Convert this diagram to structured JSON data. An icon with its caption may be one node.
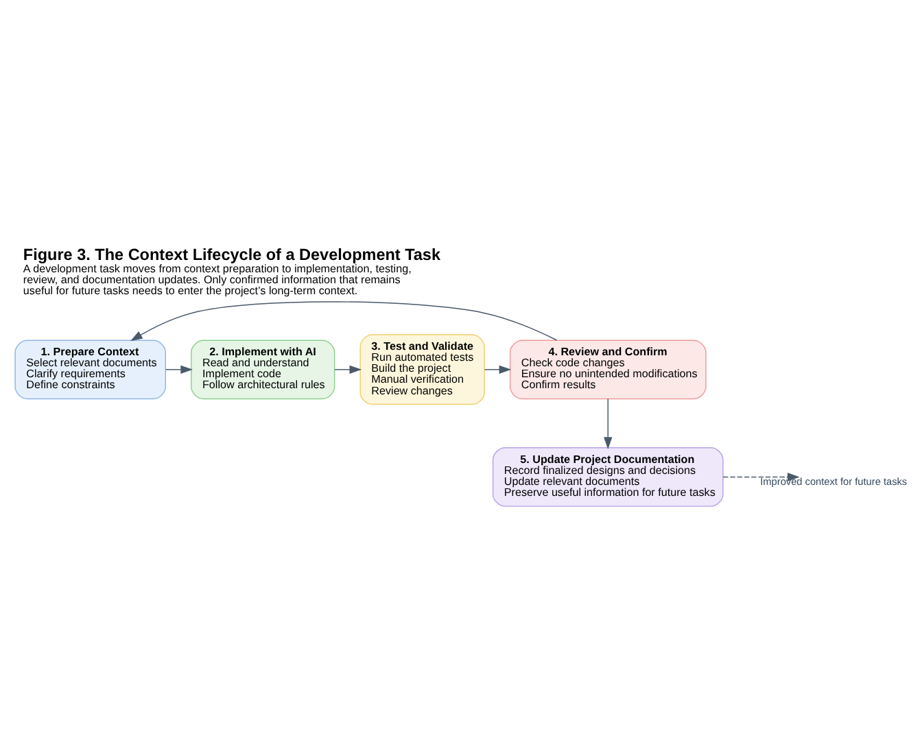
{
  "diagram": {
    "title": "Figure 3. The Context Lifecycle of a Development Task",
    "caption": "A development task moves from context preparation to implementation, testing, review, and documentation updates. Only confirmed information that remains useful for future tasks needs to enter the project’s long-term context.",
    "nodes": [
      {
        "text": [
          "1. Prepare Context",
          "Select relevant documents",
          "Clarify requirements",
          "Define constraints"
        ]
      },
      {
        "text": [
          "2. Implement with AI",
          "Read and understand",
          "Implement code",
          "Follow architectural rules"
        ]
      },
      {
        "text": [
          "3. Test and Validate",
          "Run automated tests",
          "Build the project",
          "Manual verification",
          "Review changes"
        ]
      },
      {
        "text": [
          "4. Review and Confirm",
          "Check code changes",
          "Ensure no unintended modifications",
          "Confirm results"
        ]
      },
      {
        "text": [
          "5. Update Project Documentation",
          "Record finalized designs and decisions",
          "Update relevant documents",
          "Preserve useful information for future tasks"
        ]
      }
    ],
    "edges": [
      {
        "from": 0,
        "to": 1,
        "arrow": "to"
      },
      {
        "from": 1,
        "to": 2,
        "arrow": "to"
      },
      {
        "from": 2,
        "to": 3,
        "arrow": "to"
      },
      {
        "from": 3,
        "to": 0,
        "arrow": "to"
      },
      {
        "from": 3,
        "to": 4,
        "arrow": "to"
      },
      {
        "from": 4,
        "to": null,
        "arrow": "to",
        "style": "dashed",
        "label": "Improved context for future tasks"
      }
    ]
  }
}
